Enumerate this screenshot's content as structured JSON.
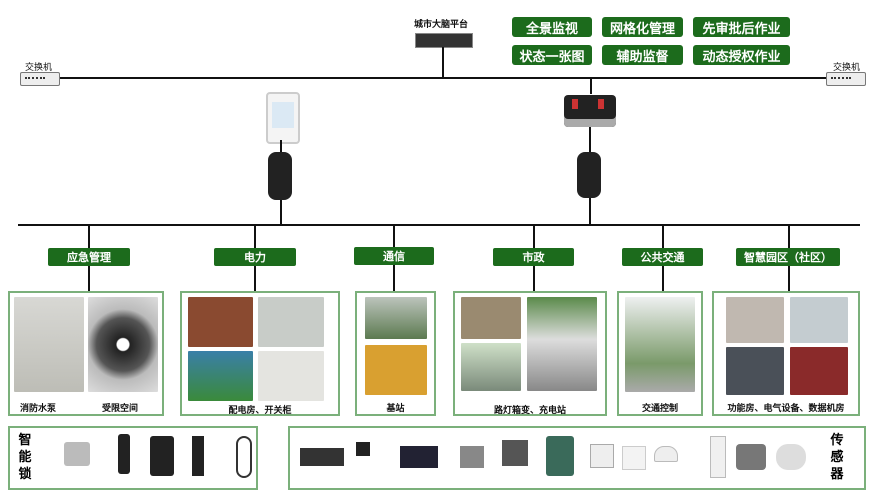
{
  "platform": {
    "label": "城市大脑平台"
  },
  "switches": {
    "left_label": "交换机",
    "right_label": "交换机"
  },
  "functions": [
    "全景监视",
    "网格化管理",
    "先审批后作业",
    "状态一张图",
    "辅助监督",
    "动态授权作业"
  ],
  "categories": [
    {
      "label": "应急管理",
      "captions": [
        "消防水泵",
        "受限空间"
      ]
    },
    {
      "label": "电力",
      "captions": [
        "配电房、开关柜"
      ]
    },
    {
      "label": "通信",
      "captions": [
        "基站"
      ]
    },
    {
      "label": "市政",
      "captions": [
        "路灯箱变、充电站"
      ]
    },
    {
      "label": "公共交通",
      "captions": [
        "交通控制"
      ]
    },
    {
      "label": "智慧园区（社区）",
      "captions": [
        "功能房、电气设备、数据机房"
      ]
    }
  ],
  "bottom": {
    "locks_label": "智能锁",
    "sensors_label": "传感器"
  },
  "colors": {
    "green": "#1c6b1c",
    "border": "#7bb07b"
  }
}
